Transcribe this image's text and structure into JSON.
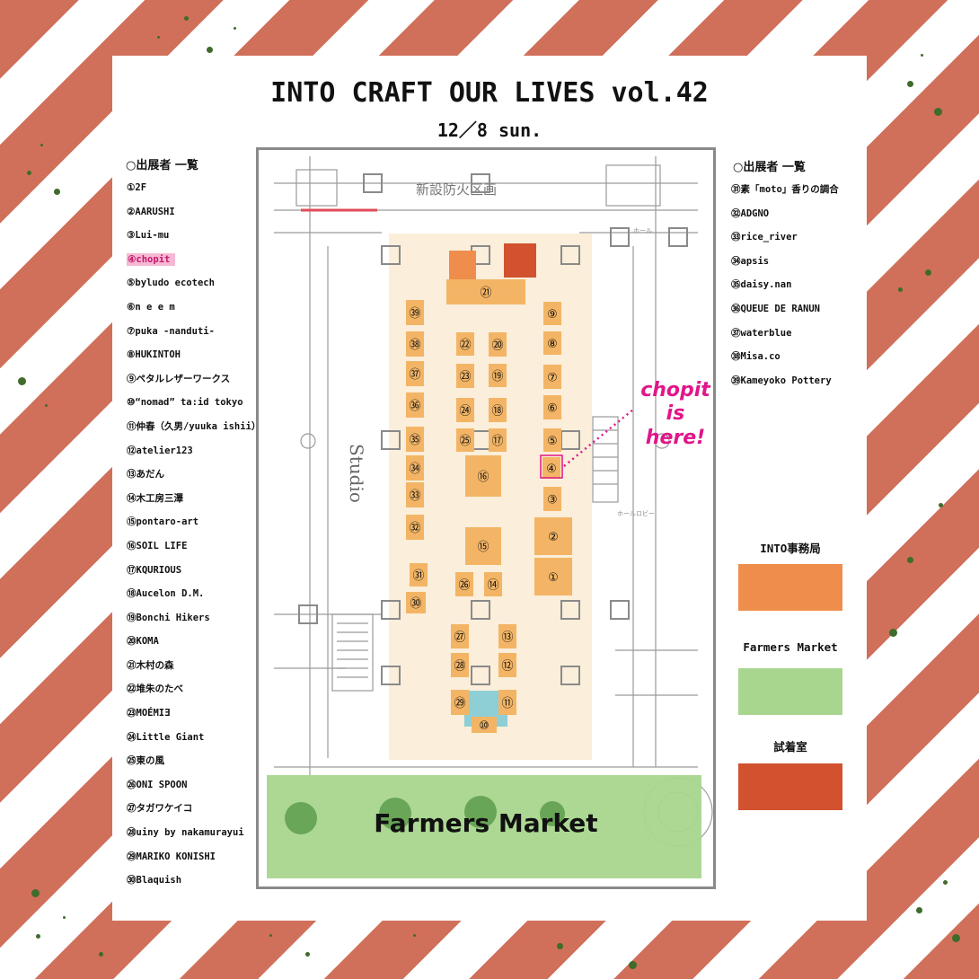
{
  "title": "INTO CRAFT OUR LIVES vol.42",
  "date": "12／8 sun.",
  "exhibitors_heading_left": "○出展者 一覧",
  "exhibitors_heading_right": "○出展者 一覧",
  "exhibitors_left": [
    "①2F",
    "②AARUSHI",
    "③Lui-mu",
    "④chopit",
    "⑤byludo ecotech",
    "⑥n e e m",
    "⑦puka -nanduti-",
    "⑧HUKINTOH",
    "⑨ペタルレザーワークス",
    "⑩“nomad” ta:id tokyo",
    "⑪仲春（久男/yuuka ishii）",
    "⑫atelier123",
    "⑬あだん",
    "⑭木工房三澤",
    "⑮pontaro-art",
    "⑯SOIL LIFE",
    "⑰KQURIOUS",
    "⑱Aucelon D.M.",
    "⑲Bonchi Hikers",
    "⑳KOMA",
    "㉑木村の森",
    "㉒堆朱のたべ",
    "㉓MOÉMIƎ",
    "㉔Little Giant",
    "㉕東の風",
    "㉖ONI SPOON",
    "㉗タガワケイコ",
    "㉘uiny by nakamurayui",
    "㉙MARIKO KONISHI",
    "㉚Blaquish"
  ],
  "highlight_index": 3,
  "exhibitors_right": [
    "㉛素「moto」香りの調合",
    "㉜ADGNO",
    "㉝rice_river",
    "㉞apsis",
    "㉟daisy.nan",
    "㊱QUEUE DE RANUN",
    "㊲waterblue",
    "㊳Misa.co",
    "㊴Kameyoko Pottery"
  ],
  "legend": [
    {
      "label": "INTO事務局",
      "color": "#ef8e4c"
    },
    {
      "label": "Farmers Market",
      "color": "#a9d68e"
    },
    {
      "label": "試着室",
      "color": "#d2522f"
    }
  ],
  "map": {
    "plan_label_top": "新設防火区画",
    "studio_label": "Studio",
    "farmers_market_label": "Farmers Market",
    "callout": [
      "chopit",
      "is",
      "here!"
    ],
    "callout_color": "#e0168a",
    "booth_color": "#f3b565",
    "zone_color": "#fbecd6",
    "small_labels": [
      "ホール",
      "ホールロビー"
    ],
    "booths": [
      "①",
      "②",
      "③",
      "④",
      "⑤",
      "⑥",
      "⑦",
      "⑧",
      "⑨",
      "⑩",
      "⑪",
      "⑫",
      "⑬",
      "⑭",
      "⑮",
      "⑯",
      "⑰",
      "⑱",
      "⑲",
      "⑳",
      "㉑",
      "㉒",
      "㉓",
      "㉔",
      "㉕",
      "㉖",
      "㉗",
      "㉘",
      "㉙",
      "㉚",
      "㉛",
      "㉜",
      "㉝",
      "㉞",
      "㉟",
      "㊱",
      "㊲",
      "㊳",
      "㊴"
    ]
  }
}
